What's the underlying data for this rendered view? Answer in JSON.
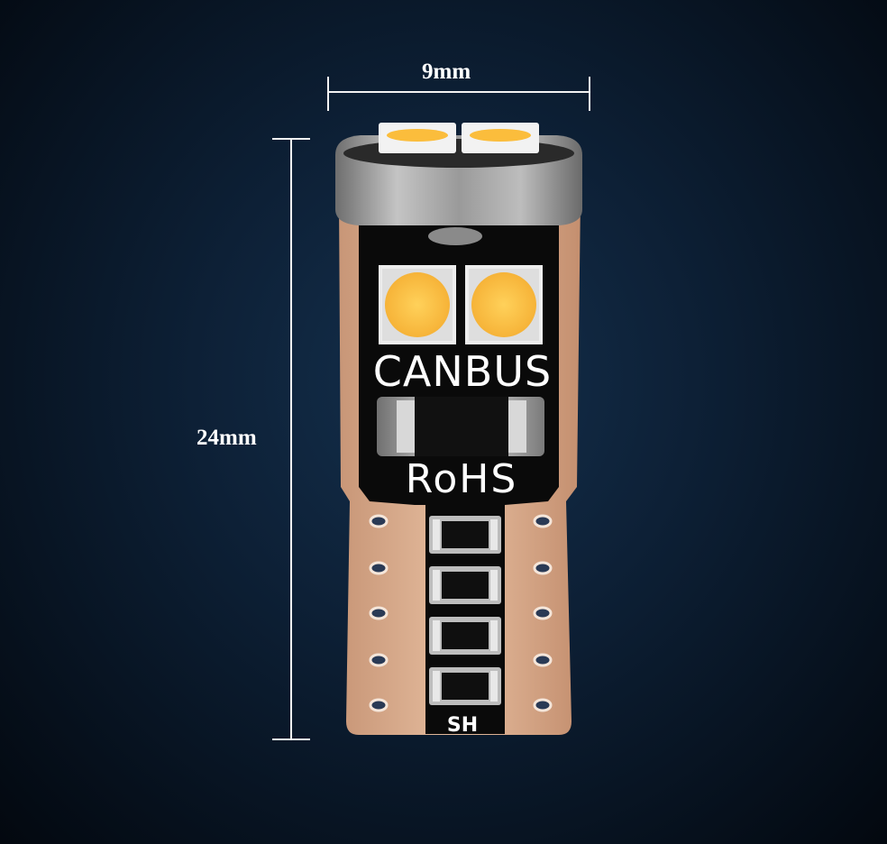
{
  "dimensions": {
    "width_label": "9mm",
    "height_label": "24mm"
  },
  "pcb": {
    "brand_text": "CANBUS",
    "cert_text": "RoHS",
    "footer_text": "SH"
  },
  "colors": {
    "background": "#0d2036",
    "pcb_copper": "#d9ad8c",
    "pcb_black": "#0a0a0a",
    "led_yellow": "#fbbd3c",
    "cap_metal": "#9a9a9a",
    "dimension_line": "#f2f2f2"
  }
}
